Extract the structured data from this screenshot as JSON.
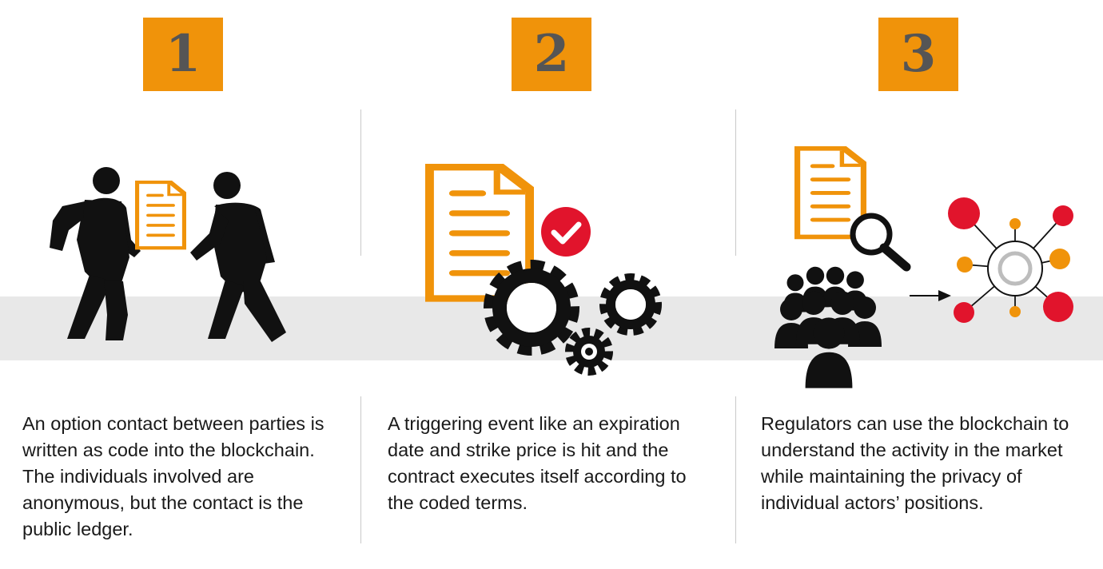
{
  "steps": [
    {
      "number": "1",
      "text": "An option contact between parties is written as code into the blockchain. The individuals involved are anonymous, but the contact is the public ledger.",
      "icon": "people-exchanging-document-icon"
    },
    {
      "number": "2",
      "text": "A triggering event like an expiration date and strike price is hit and the contract executes itself according to the coded terms.",
      "icon": "document-checkmark-gears-icon"
    },
    {
      "number": "3",
      "text": "Regulators can use the blockchain to understand the activity in the market while maintaining the privacy of individual actors’ positions.",
      "icon": "regulators-network-icon"
    }
  ],
  "colors": {
    "accent": "#f0930a",
    "number": "#555555",
    "band": "#e8e8e8",
    "check": "#e1142c",
    "node_red": "#e1142c",
    "node_orange": "#f0930a",
    "icon": "#111111"
  }
}
